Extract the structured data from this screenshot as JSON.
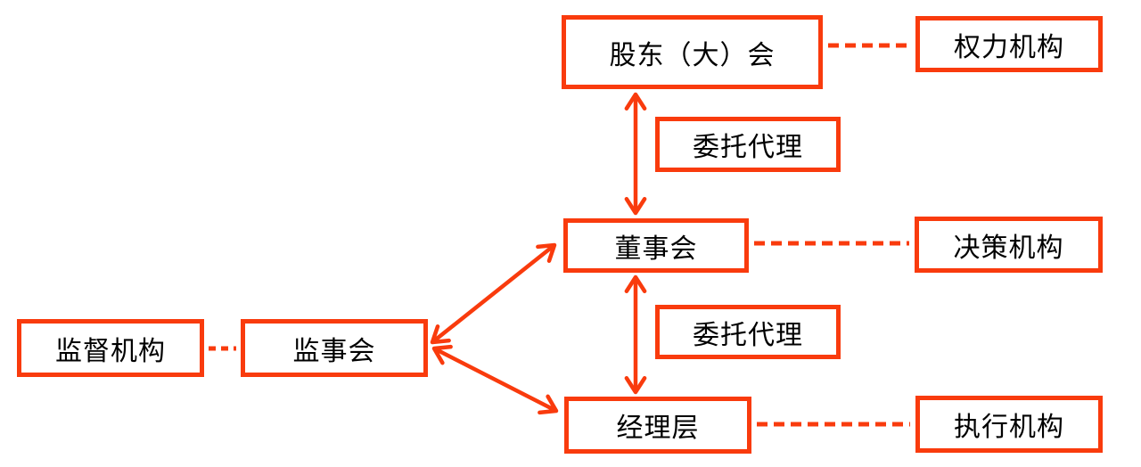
{
  "diagram": {
    "title": "corporate-governance-structure",
    "accent_color": "#F93B0D",
    "text_color": "#000000",
    "nodes": {
      "shareholders": {
        "label": "股东（大）会"
      },
      "power": {
        "label": "权力机构"
      },
      "proxy_top": {
        "label": "委托代理"
      },
      "board": {
        "label": "董事会"
      },
      "decision": {
        "label": "决策机构"
      },
      "proxy_bottom": {
        "label": "委托代理"
      },
      "managers": {
        "label": "经理层"
      },
      "executive": {
        "label": "执行机构"
      },
      "supervisory_organ": {
        "label": "监督机构"
      },
      "supervisory_board": {
        "label": "监事会"
      }
    },
    "edges": [
      {
        "from": "股东（大）会",
        "to": "董事会",
        "type": "double-headed-arrow",
        "label": "委托代理"
      },
      {
        "from": "董事会",
        "to": "经理层",
        "type": "double-headed-arrow",
        "label": "委托代理"
      },
      {
        "from": "监事会",
        "to": "董事会",
        "type": "double-headed-arrow"
      },
      {
        "from": "监事会",
        "to": "经理层",
        "type": "double-headed-arrow"
      },
      {
        "from": "股东（大）会",
        "to": "权力机构",
        "type": "dashed"
      },
      {
        "from": "董事会",
        "to": "决策机构",
        "type": "dashed"
      },
      {
        "from": "经理层",
        "to": "执行机构",
        "type": "dashed"
      },
      {
        "from": "监督机构",
        "to": "监事会",
        "type": "dashed"
      }
    ]
  }
}
